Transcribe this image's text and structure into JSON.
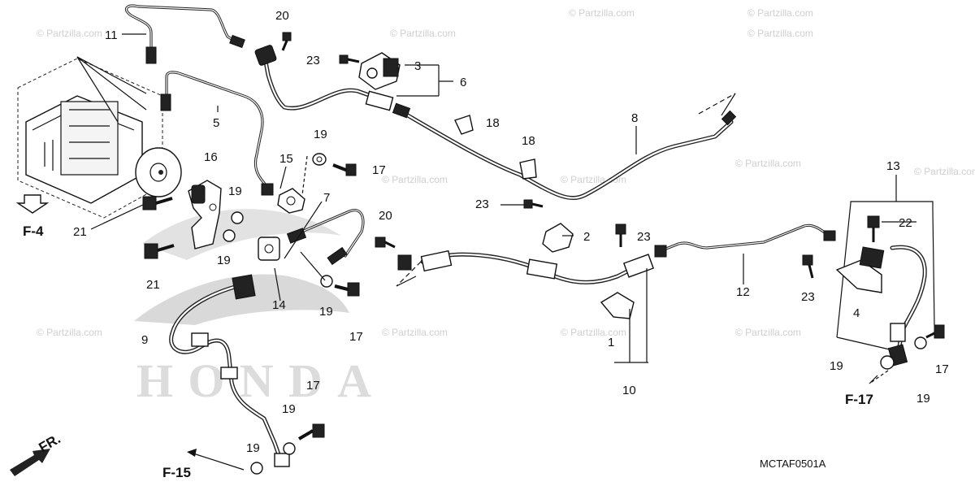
{
  "diagram": {
    "code": "MCTAF0501A",
    "logo_text": "HONDA",
    "watermark": "© Partzilla.com",
    "refs": {
      "f4": "F-4",
      "f15": "F-15",
      "f17": "F-17",
      "front": "FR."
    },
    "labels": {
      "n1": "1",
      "n2": "2",
      "n3": "3",
      "n4": "4",
      "n5": "5",
      "n6": "6",
      "n7": "7",
      "n8": "8",
      "n9": "9",
      "n10": "10",
      "n11": "11",
      "n12": "12",
      "n13": "13",
      "n14": "14",
      "n15": "15",
      "n16": "16",
      "n17a": "17",
      "n17b": "17",
      "n17c": "17",
      "n17d": "17",
      "n18a": "18",
      "n18b": "18",
      "n19a": "19",
      "n19b": "19",
      "n19c": "19",
      "n19d": "19",
      "n19e": "19",
      "n19f": "19",
      "n19g": "19",
      "n19h": "19",
      "n20a": "20",
      "n20b": "20",
      "n21a": "21",
      "n21b": "21",
      "n22": "22",
      "n23a": "23",
      "n23b": "23",
      "n23c": "23",
      "n23d": "23"
    }
  }
}
